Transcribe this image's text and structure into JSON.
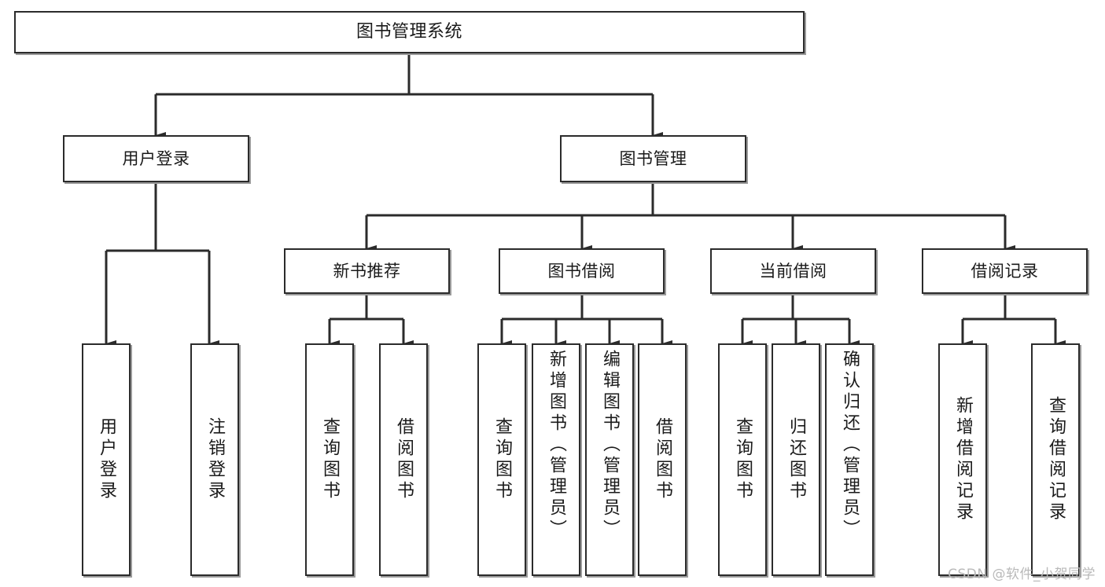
{
  "diagram": {
    "type": "tree-functional-structure",
    "title": "图书管理系统",
    "root": {
      "id": "root",
      "label": "图书管理系统"
    },
    "tier2": [
      {
        "id": "user-login",
        "label": "用户登录"
      },
      {
        "id": "book-manage",
        "label": "图书管理"
      }
    ],
    "tier3": [
      {
        "id": "new-book-rec",
        "label": "新书推荐",
        "parent": "book-manage"
      },
      {
        "id": "book-borrow",
        "label": "图书借阅",
        "parent": "book-manage"
      },
      {
        "id": "current-borrow",
        "label": "当前借阅",
        "parent": "book-manage"
      },
      {
        "id": "borrow-record",
        "label": "借阅记录",
        "parent": "book-manage"
      }
    ],
    "leaves": [
      {
        "id": "leaf-user-login",
        "label": "用户登录",
        "parent": "user-login"
      },
      {
        "id": "leaf-logout",
        "label": "注销登录",
        "parent": "user-login"
      },
      {
        "id": "leaf-query-book-1",
        "label": "查询图书",
        "parent": "new-book-rec"
      },
      {
        "id": "leaf-borrow-book-1",
        "label": "借阅图书",
        "parent": "new-book-rec"
      },
      {
        "id": "leaf-query-book-2",
        "label": "查询图书",
        "parent": "book-borrow"
      },
      {
        "id": "leaf-add-book",
        "label": "新增图书（管理员）",
        "parent": "book-borrow"
      },
      {
        "id": "leaf-edit-book",
        "label": "编辑图书（管理员）",
        "parent": "book-borrow"
      },
      {
        "id": "leaf-borrow-book-2",
        "label": "借阅图书",
        "parent": "book-borrow"
      },
      {
        "id": "leaf-query-book-3",
        "label": "查询图书",
        "parent": "current-borrow"
      },
      {
        "id": "leaf-return-book",
        "label": "归还图书",
        "parent": "current-borrow"
      },
      {
        "id": "leaf-confirm-return",
        "label": "确认归还（管理员）",
        "parent": "current-borrow"
      },
      {
        "id": "leaf-add-record",
        "label": "新增借阅记录",
        "parent": "borrow-record"
      },
      {
        "id": "leaf-query-record",
        "label": "查询借阅记录",
        "parent": "borrow-record"
      }
    ]
  },
  "watermark": {
    "text": "CSDN @软件_小贺同学"
  },
  "colors": {
    "stroke": "#2b2b2b",
    "box_fill": "#ffffff",
    "text": "#1a1a1a",
    "watermark": "#b9b9b9",
    "page_background": "#ffffff"
  }
}
